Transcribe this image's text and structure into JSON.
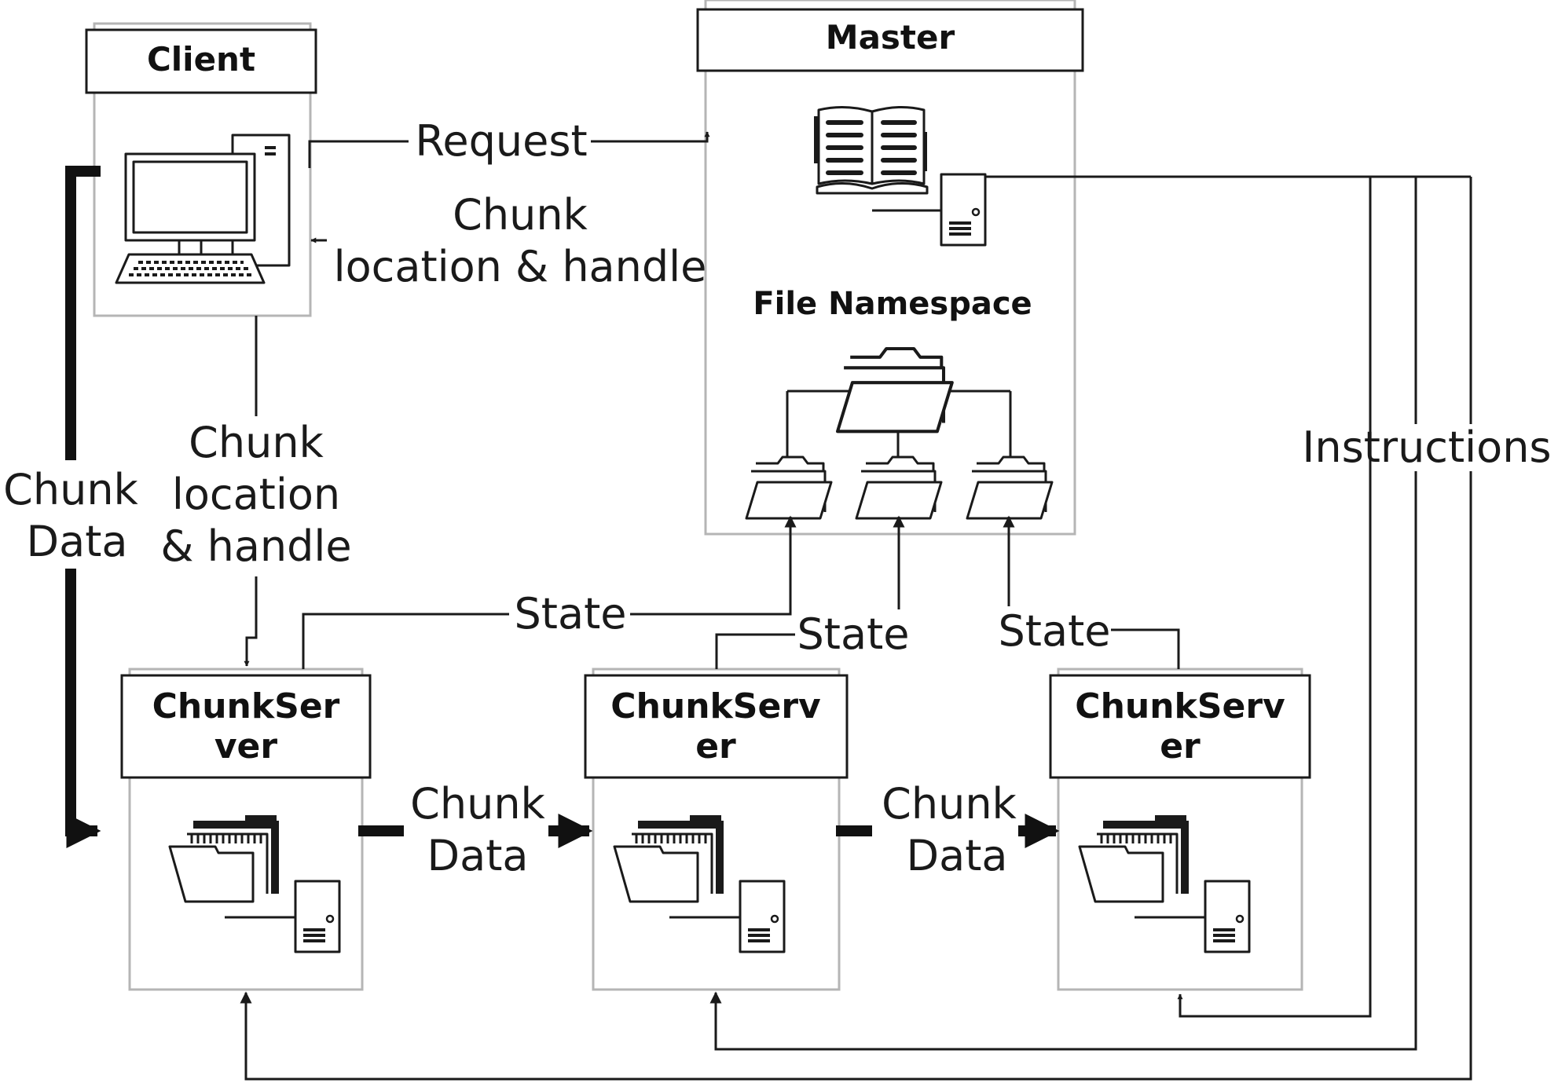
{
  "nodes": {
    "client": {
      "title": "Client"
    },
    "master": {
      "title": "Master",
      "namespace_label": "File Namespace"
    },
    "chunkserver_1": {
      "title_line1": "ChunkSer",
      "title_line2": "ver"
    },
    "chunkserver_2": {
      "title_line1": "ChunkServ",
      "title_line2": "er"
    },
    "chunkserver_3": {
      "title_line1": "ChunkServ",
      "title_line2": "er"
    }
  },
  "edges": {
    "request": "Request",
    "location_reply": {
      "line1": "Chunk",
      "line2": "location & handle"
    },
    "client_to_cs": {
      "line1": "Chunk",
      "line2": "location",
      "line3": "& handle"
    },
    "client_data": {
      "line1": "Chunk",
      "line2": "Data"
    },
    "cs1_to_cs2": {
      "line1": "Chunk",
      "line2": "Data"
    },
    "cs2_to_cs3": {
      "line1": "Chunk",
      "line2": "Data"
    },
    "state_1": "State",
    "state_2": "State",
    "state_3": "State",
    "instructions": "Instructions"
  },
  "icons": {
    "client": [
      "desktop-computer-icon"
    ],
    "master": [
      "open-book-icon",
      "server-tower-icon",
      "folder-tree-icon"
    ],
    "chunkserver": [
      "open-folder-icon",
      "server-tower-icon"
    ]
  }
}
